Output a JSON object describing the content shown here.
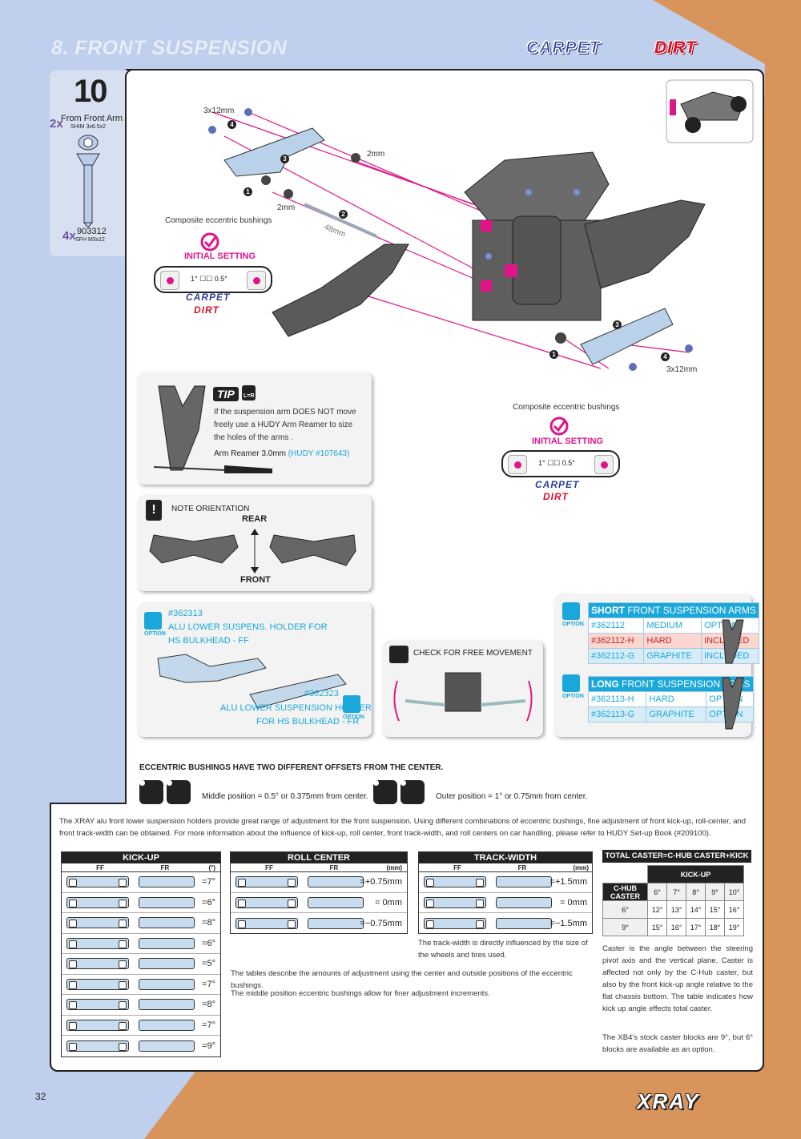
{
  "header": {
    "title": "8. FRONT SUSPENSION",
    "tag_carpet": "CARPET",
    "tag_dirt": "DIRT"
  },
  "side": {
    "step_number": "10",
    "qty1": "2x",
    "part1_name": "From Front Arm",
    "part1_sub": "SHIM 3x6.5x2",
    "qty2": "4x",
    "part2_code": "903312",
    "part2_sub": "SFH M3x12"
  },
  "diagram": {
    "screw_label_top": "3x12mm",
    "screw_label_bottom": "3x12mm",
    "shim_top": "2mm",
    "shim_mid": "2mm",
    "pin_length": "48mm",
    "n1": "1",
    "n2": "2",
    "n3": "3",
    "n4": "4",
    "eccentric_label": "Composite eccentric bushings",
    "initial_setting": "INITIAL SETTING",
    "offset_1": "1°",
    "offset_05": "0.5°",
    "mini_carpet": "CARPET",
    "mini_dirt": "DIRT"
  },
  "tip": {
    "title": "TIP",
    "lr": "L=R",
    "text": "If the suspension arm DOES NOT move freely use a HUDY Arm Reamer to size the holes of the arms .",
    "reamer": "Arm Reamer 3.0mm",
    "reamer_code": "(HUDY #107643)"
  },
  "orientation": {
    "title": "NOTE ORIENTATION",
    "rear": "REAR",
    "front": "FRONT"
  },
  "option_holders": {
    "option": "OPTION",
    "ff_code": "#362313",
    "ff_name1": "ALU LOWER SUSPENS. HOLDER FOR",
    "ff_name2": "HS BULKHEAD - FF",
    "fr_code": "#362323",
    "fr_name1": "ALU LOWER SUSPENSION HOLDER",
    "fr_name2": "FOR HS BULKHEAD - FR"
  },
  "check": {
    "title": "CHECK FOR FREE MOVEMENT"
  },
  "arms": {
    "short_bold": "SHORT",
    "short_rest": "FRONT SUSPENSION ARMS",
    "long_bold": "LONG",
    "long_rest": "FRONT SUSPENSION ARMS",
    "option": "OPTION",
    "short_rows": [
      [
        "#362112",
        "MEDIUM",
        "OPTION"
      ],
      [
        "#362112-H",
        "HARD",
        "INCLUDED"
      ],
      [
        "#362112-G",
        "GRAPHITE",
        "INCLUDED"
      ]
    ],
    "long_rows": [
      [
        "#362113-H",
        "HARD",
        "OPTION"
      ],
      [
        "#362113-G",
        "GRAPHITE",
        "OPTION"
      ]
    ]
  },
  "ecc_info": {
    "heading": "ECCENTRIC BUSHINGS HAVE TWO DIFFERENT OFFSETS FROM THE CENTER.",
    "middle": "Middle position = 0.5° or 0.375mm from center.",
    "outer": "Outer position = 1° or 0.75mm from center."
  },
  "intro": "The XRAY alu front lower suspension holders provide great range of adjustment for the front suspension. Using different combinations of eccentric bushings, fine adjustment of front kick-up, roll-center, and front track-width can be obtained. For more information about the influence of kick-up, roll center, front track-width, and roll centers on car handling, please refer to HUDY Set-up Book (#209100).",
  "kickup": {
    "title": "KICK-UP",
    "ff": "FF",
    "fr": "FR",
    "unit": "(°)",
    "values": [
      "=7°",
      "=6°",
      "=8°",
      "=6°",
      "=5°",
      "=7°",
      "=8°",
      "=7°",
      "=9°"
    ]
  },
  "rollcenter": {
    "title": "ROLL CENTER",
    "ff": "FF",
    "fr": "FR",
    "unit": "(mm)",
    "values": [
      "=+0.75mm",
      "= 0mm",
      "=−0.75mm"
    ]
  },
  "trackwidth": {
    "title": "TRACK-WIDTH",
    "ff": "FF",
    "fr": "FR",
    "unit": "(mm)",
    "values": [
      "=+1.5mm",
      "= 0mm",
      "=−1.5mm"
    ],
    "note": "The track-width is directly influenced by the size of the wheels and tires used."
  },
  "notes": {
    "n1": "The tables describe the amounts of adjustment using the center and outside positions of the eccentric bushings.",
    "n2": "The middle position eccentric bushings allow for finer adjustment increments."
  },
  "caster": {
    "title": "TOTAL CASTER=C-HUB CASTER+KICK UP",
    "kickup": "KICK-UP",
    "chub": "C-HUB CASTER",
    "cols": [
      "6°",
      "7°",
      "8°",
      "9°",
      "10°"
    ],
    "rows": [
      {
        "label": "6°",
        "vals": [
          "12°",
          "13°",
          "14°",
          "15°",
          "16°"
        ]
      },
      {
        "label": "9°",
        "vals": [
          "15°",
          "16°",
          "17°",
          "18°",
          "19°"
        ]
      }
    ],
    "text1": "Caster is the angle between the steering pivot axis and the vertical plane. Caster is affected not only by the C-Hub caster, but also by the front kick-up angle relative to the flat chassis bottom. The table indicates how kick up angle effects total caster.",
    "text2": "The XB4's stock caster blocks are 9°, but 6° blocks are available as an option."
  },
  "footer": {
    "page": "32",
    "brand": "XRAY"
  }
}
